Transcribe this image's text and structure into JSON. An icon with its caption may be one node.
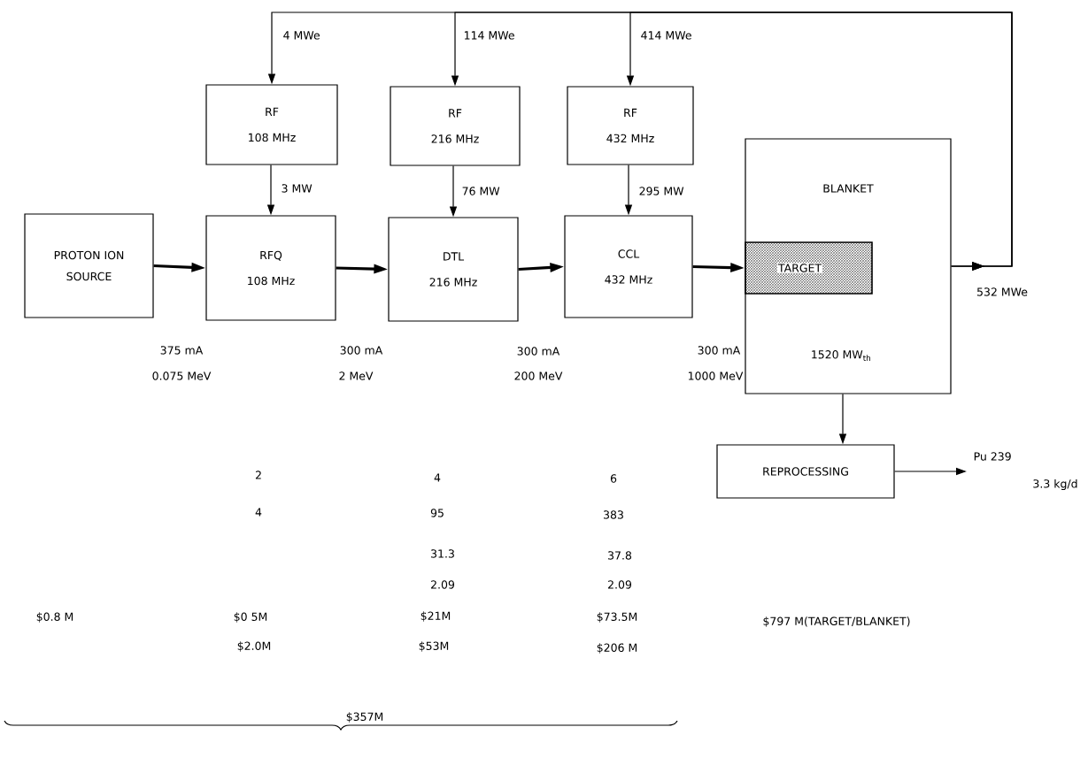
{
  "diagram": {
    "nodes": [
      {
        "text": [
          "RF",
          "108 MHz"
        ]
      },
      {
        "text": [
          "RF",
          "216 MHz"
        ]
      },
      {
        "text": [
          "RF",
          "432 MHz"
        ]
      },
      {
        "text": [
          "PROTON ION SOURCE"
        ]
      },
      {
        "text": [
          "RFQ",
          "108 MHz"
        ]
      },
      {
        "text": [
          "DTL",
          "216 MHz"
        ]
      },
      {
        "text": [
          "CCL",
          "432 MHz"
        ]
      },
      {
        "text": [
          "BLANKET",
          "1520 MW$_{th}$"
        ]
      },
      {
        "text": [
          "TARGET"
        ],
        "in": 7
      },
      {
        "text": [
          "REPROCESSING"
        ]
      }
    ],
    "edges": [
      {
        "from": 7,
        "to": 0,
        "arrow": "to",
        "label": "4 MWe"
      },
      {
        "from": 7,
        "to": 1,
        "arrow": "to",
        "label": "114 MWe"
      },
      {
        "from": 7,
        "to": 2,
        "arrow": "to",
        "label": "414 MWe"
      },
      {
        "from": 0,
        "to": 4,
        "arrow": "to",
        "label": "3 MW"
      },
      {
        "from": 1,
        "to": 5,
        "arrow": "to",
        "label": "76 MW"
      },
      {
        "from": 2,
        "to": 6,
        "arrow": "to",
        "label": "295 MW"
      },
      {
        "from": 3,
        "to": 4,
        "arrow": "to",
        "style": "thick"
      },
      {
        "from": 4,
        "to": 5,
        "arrow": "to",
        "style": "thick"
      },
      {
        "from": 5,
        "to": 6,
        "arrow": "to",
        "style": "thick"
      },
      {
        "from": 6,
        "to": 8,
        "arrow": "to",
        "style": "thick"
      },
      {
        "from": 7,
        "to": 9,
        "arrow": "to"
      },
      {
        "from": 9,
        "to": null,
        "arrow": "to",
        "label": "Pu 239"
      }
    ],
    "labels": [
      "532 MWe",
      "375 mA",
      "300 mA",
      "300 mA",
      "300 mA",
      "0.075 MeV",
      "2 MeV",
      "200 MeV",
      "1000 MeV",
      "3.3 kg/d",
      "2",
      "4",
      "6",
      "4",
      "95",
      "383",
      "31.3",
      "37.8",
      "2.09",
      "2.09",
      "$0.8 M",
      "$0 5M",
      "$21M",
      "$73.5M",
      "$797 M(TARGET/BLANKET)",
      "$2.0M",
      "$53M",
      "$206 M",
      "$357M"
    ]
  }
}
